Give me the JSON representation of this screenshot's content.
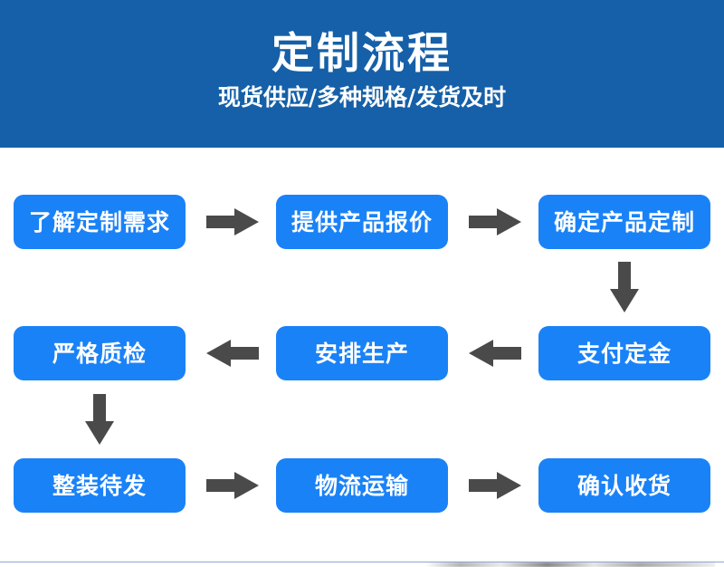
{
  "header": {
    "title": "定制流程",
    "subtitle": "现货供应/多种规格/发货及时",
    "background_color": "#1560a8",
    "text_color": "#ffffff"
  },
  "theme": {
    "box_color": "#1a82f7",
    "box_text_color": "#ffffff",
    "arrow_color": "#4a4a4a",
    "page_background": "#ffffff",
    "bottom_rule_color": "#8fa6d4"
  },
  "flow": {
    "rows": [
      {
        "direction": "left-to-right",
        "steps": [
          {
            "label": "了解定制需求",
            "order": 1
          },
          {
            "label": "提供产品报价",
            "order": 2
          },
          {
            "label": "确定产品定制",
            "order": 3
          }
        ]
      },
      {
        "direction": "right-to-left",
        "steps": [
          {
            "label": "严格质检",
            "order": 6
          },
          {
            "label": "安排生产",
            "order": 5
          },
          {
            "label": "支付定金",
            "order": 4
          }
        ]
      },
      {
        "direction": "left-to-right",
        "steps": [
          {
            "label": "整装待发",
            "order": 7
          },
          {
            "label": "物流运输",
            "order": 8
          },
          {
            "label": "确认收货",
            "order": 9
          }
        ]
      }
    ],
    "connectors": [
      {
        "name": "arrow-right-r1-1",
        "icon": "arrow-right-icon"
      },
      {
        "name": "arrow-right-r1-2",
        "icon": "arrow-right-icon"
      },
      {
        "name": "arrow-down-right-column",
        "icon": "arrow-down-icon"
      },
      {
        "name": "arrow-left-r2-1",
        "icon": "arrow-left-icon"
      },
      {
        "name": "arrow-left-r2-2",
        "icon": "arrow-left-icon"
      },
      {
        "name": "arrow-down-left-column",
        "icon": "arrow-down-icon"
      },
      {
        "name": "arrow-right-r3-1",
        "icon": "arrow-right-icon"
      },
      {
        "name": "arrow-right-r3-2",
        "icon": "arrow-right-icon"
      }
    ]
  }
}
